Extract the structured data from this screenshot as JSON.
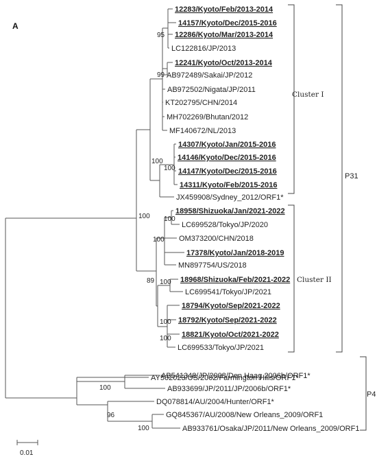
{
  "panel_label": "A",
  "taxa": [
    {
      "label": "12283/Kyoto/Feb/2013-2014",
      "bold": true
    },
    {
      "label": "14157/Kyoto/Dec/2015-2016",
      "bold": true
    },
    {
      "label": "12286/Kyoto/Mar/2013-2014",
      "bold": true
    },
    {
      "label": "LC122816/JP/2013",
      "bold": false
    },
    {
      "label": "12241/Kyoto/Oct/2013-2014",
      "bold": true
    },
    {
      "label": "AB972489/Sakai/JP/2012",
      "bold": false
    },
    {
      "label": "AB972502/Nigata/JP/2011",
      "bold": false
    },
    {
      "label": "KT202795/CHN/2014",
      "bold": false
    },
    {
      "label": "MH702269/Bhutan/2012",
      "bold": false
    },
    {
      "label": "MF140672/NL/2013",
      "bold": false
    },
    {
      "label": "14307/Kyoto/Jan/2015-2016",
      "bold": true
    },
    {
      "label": "14146/Kyoto/Dec/2015-2016",
      "bold": true
    },
    {
      "label": "14147/Kyoto/Dec/2015-2016",
      "bold": true
    },
    {
      "label": "14311/Kyoto/Feb/2015-2016",
      "bold": true
    },
    {
      "label": "JX459908/Sydney_2012/ORF1*",
      "bold": false
    },
    {
      "label": "18958/Shizuoka/Jan/2021-2022",
      "bold": true
    },
    {
      "label": "LC699528/Tokyo/JP/2020",
      "bold": false
    },
    {
      "label": "OM373200/CHN/2018",
      "bold": false
    },
    {
      "label": "17378/Kyoto/Jan/2018-2019",
      "bold": true
    },
    {
      "label": "MN897754/US/2018",
      "bold": false
    },
    {
      "label": "18968/Shizuoka/Feb/2021-2022",
      "bold": true
    },
    {
      "label": "LC699541/Tokyo/JP/2021",
      "bold": false
    },
    {
      "label": "18794/Kyoto/Sep/2021-2022",
      "bold": true
    },
    {
      "label": "18792/Kyoto/Sep/2021-2022",
      "bold": true
    },
    {
      "label": "18821/Kyoto/Oct/2021-2022",
      "bold": true
    },
    {
      "label": "LC699533/Tokyo/JP/2021",
      "bold": false
    },
    {
      "label": "AY502023/US/2002/Farmington Hills/ORF1*",
      "bold": false
    },
    {
      "label": "AB541348/JP/2008/Den Haag 2006b/ORF1*",
      "bold": false
    },
    {
      "label": "AB933699/JP/2011/JP/2006b/ORF1*",
      "bold": false
    },
    {
      "label": "DQ078814/AU/2004/Hunter/ORF1*",
      "bold": false
    },
    {
      "label": "GQ845367/AU/2008/New Orleans_2009/ORF1",
      "bold": false
    },
    {
      "label": "AB933761/Osaka/JP/2011/New Orleans_2009/ORF1",
      "bold": false
    }
  ],
  "bootstrap_values": [
    "95",
    "99",
    "100",
    "100",
    "100",
    "100",
    "100",
    "89",
    "100",
    "100",
    "100",
    "100",
    "100",
    "96"
  ],
  "clusters": {
    "cluster_1": "Cluster I",
    "cluster_2": "Cluster II"
  },
  "genotypes": {
    "p31": "P31",
    "p4": "P4"
  },
  "scale_bar_label": "0.01"
}
